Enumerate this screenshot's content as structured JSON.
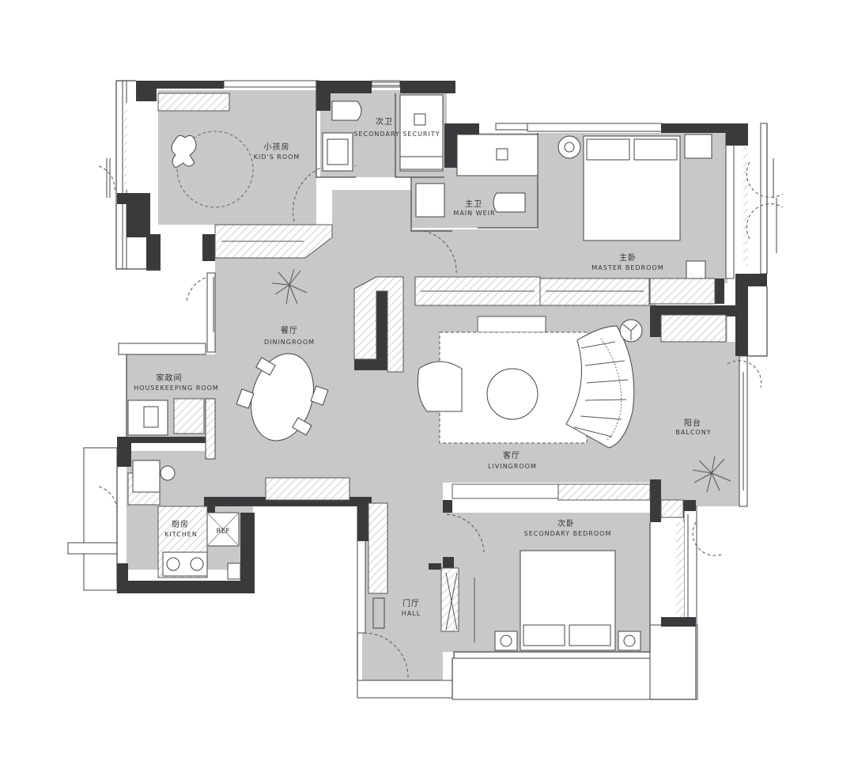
{
  "colors": {
    "floor": "#c8c8c8",
    "wall": "#3a3a3c",
    "thin_wall": "#ffffff",
    "furniture": "#ffffff",
    "line": "#444444",
    "pattern": "#d9d9d9"
  },
  "rooms": {
    "kids_room": {
      "cn": "小孩房",
      "en": "KID'S ROOM"
    },
    "secondary_bath": {
      "cn": "次卫",
      "en": "SECONDARY SECURITY"
    },
    "main_bath": {
      "cn": "主卫",
      "en": "MAIN WEIR"
    },
    "master_bedroom": {
      "cn": "主卧",
      "en": "MASTER BEDROOM"
    },
    "dining": {
      "cn": "餐厅",
      "en": "DININGROOM"
    },
    "housekeeping": {
      "cn": "家政间",
      "en": "HOUSEKEEPING ROOM"
    },
    "living": {
      "cn": "客厅",
      "en": "LIVINGROOM"
    },
    "balcony": {
      "cn": "阳台",
      "en": "BALCONY"
    },
    "kitchen": {
      "cn": "厨房",
      "en": "KITCHEN"
    },
    "secondary_bedroom": {
      "cn": "次卧",
      "en": "SECONDARY BEDROOM"
    },
    "hall": {
      "cn": "门厅",
      "en": "HALL"
    }
  },
  "fixtures": {
    "fridge_label": "REF"
  },
  "icons": {
    "plant": "plant-icon",
    "sink": "sink-icon",
    "toilet": "toilet-icon",
    "stove": "stove-icon",
    "fan": "fan-icon",
    "lamp": "lamp-icon",
    "person": "person-icon"
  }
}
